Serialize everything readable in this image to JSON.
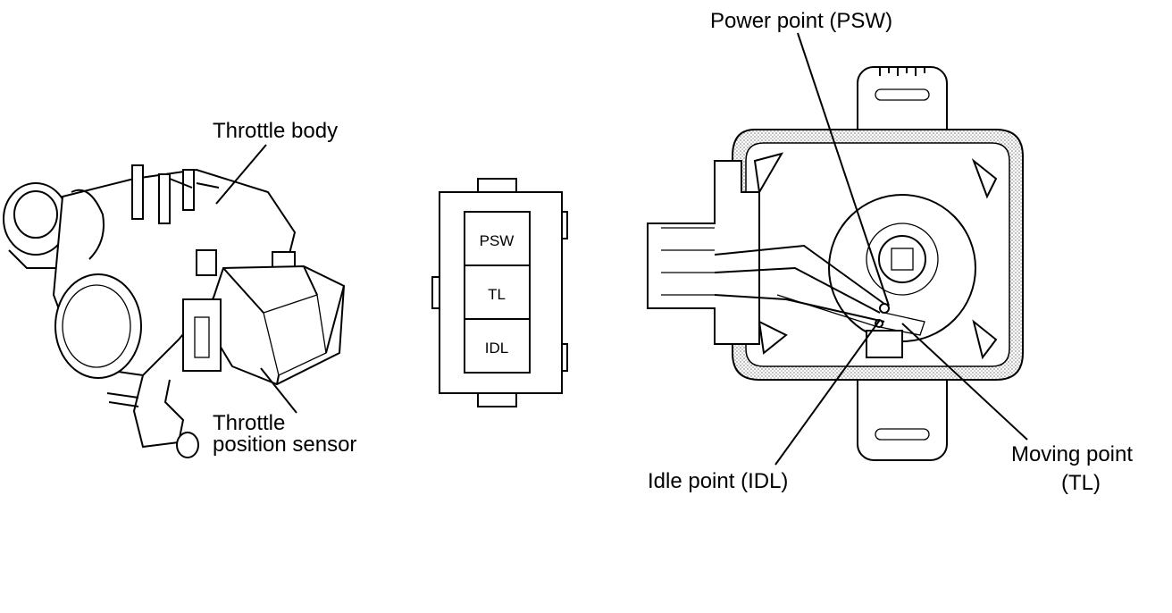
{
  "left_figure": {
    "throttle_body_label": "Throttle body",
    "tps_label_line1": "Throttle",
    "tps_label_line2": "position sensor"
  },
  "connector": {
    "cells": [
      "PSW",
      "TL",
      "IDL"
    ]
  },
  "right_figure": {
    "power_point_label": "Power point (PSW)",
    "idle_point_label": "Idle point (IDL)",
    "moving_point_label_line1": "Moving point",
    "moving_point_label_line2": "(TL)"
  },
  "colors": {
    "ink": "#000000",
    "background": "#ffffff",
    "stipple": "#bdbdbd"
  }
}
